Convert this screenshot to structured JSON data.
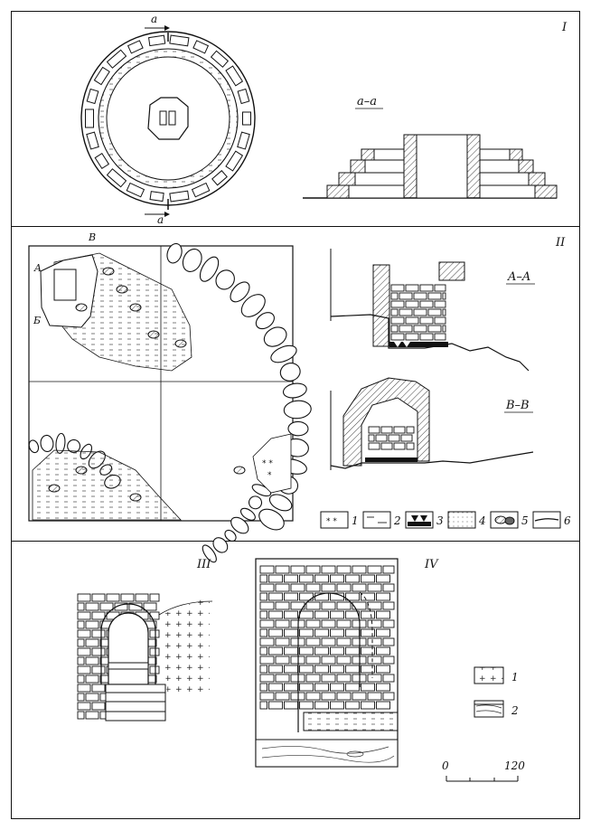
{
  "panels": {
    "p1": {
      "roman": "I",
      "section": "a–a",
      "cut_mark_top": "a",
      "cut_mark_bottom": "a"
    },
    "p2": {
      "roman": "II",
      "section_a": "A–A",
      "section_b": "B–B",
      "plan_marks": [
        "B",
        "A",
        "Б"
      ]
    },
    "p3": {
      "roman": "III"
    },
    "p4": {
      "roman": "IV"
    }
  },
  "legend_main": [
    {
      "num": "1",
      "pattern": "stars"
    },
    {
      "num": "2",
      "pattern": "dashes"
    },
    {
      "num": "3",
      "pattern": "triangles-over-black"
    },
    {
      "num": "4",
      "pattern": "dots"
    },
    {
      "num": "5",
      "pattern": "stones"
    },
    {
      "num": "6",
      "pattern": "soil-line"
    }
  ],
  "legend_small": [
    {
      "num": "1",
      "pattern": "crosses"
    },
    {
      "num": "2",
      "pattern": "wood-grain"
    }
  ],
  "scale": {
    "start": "0",
    "end": "120"
  }
}
